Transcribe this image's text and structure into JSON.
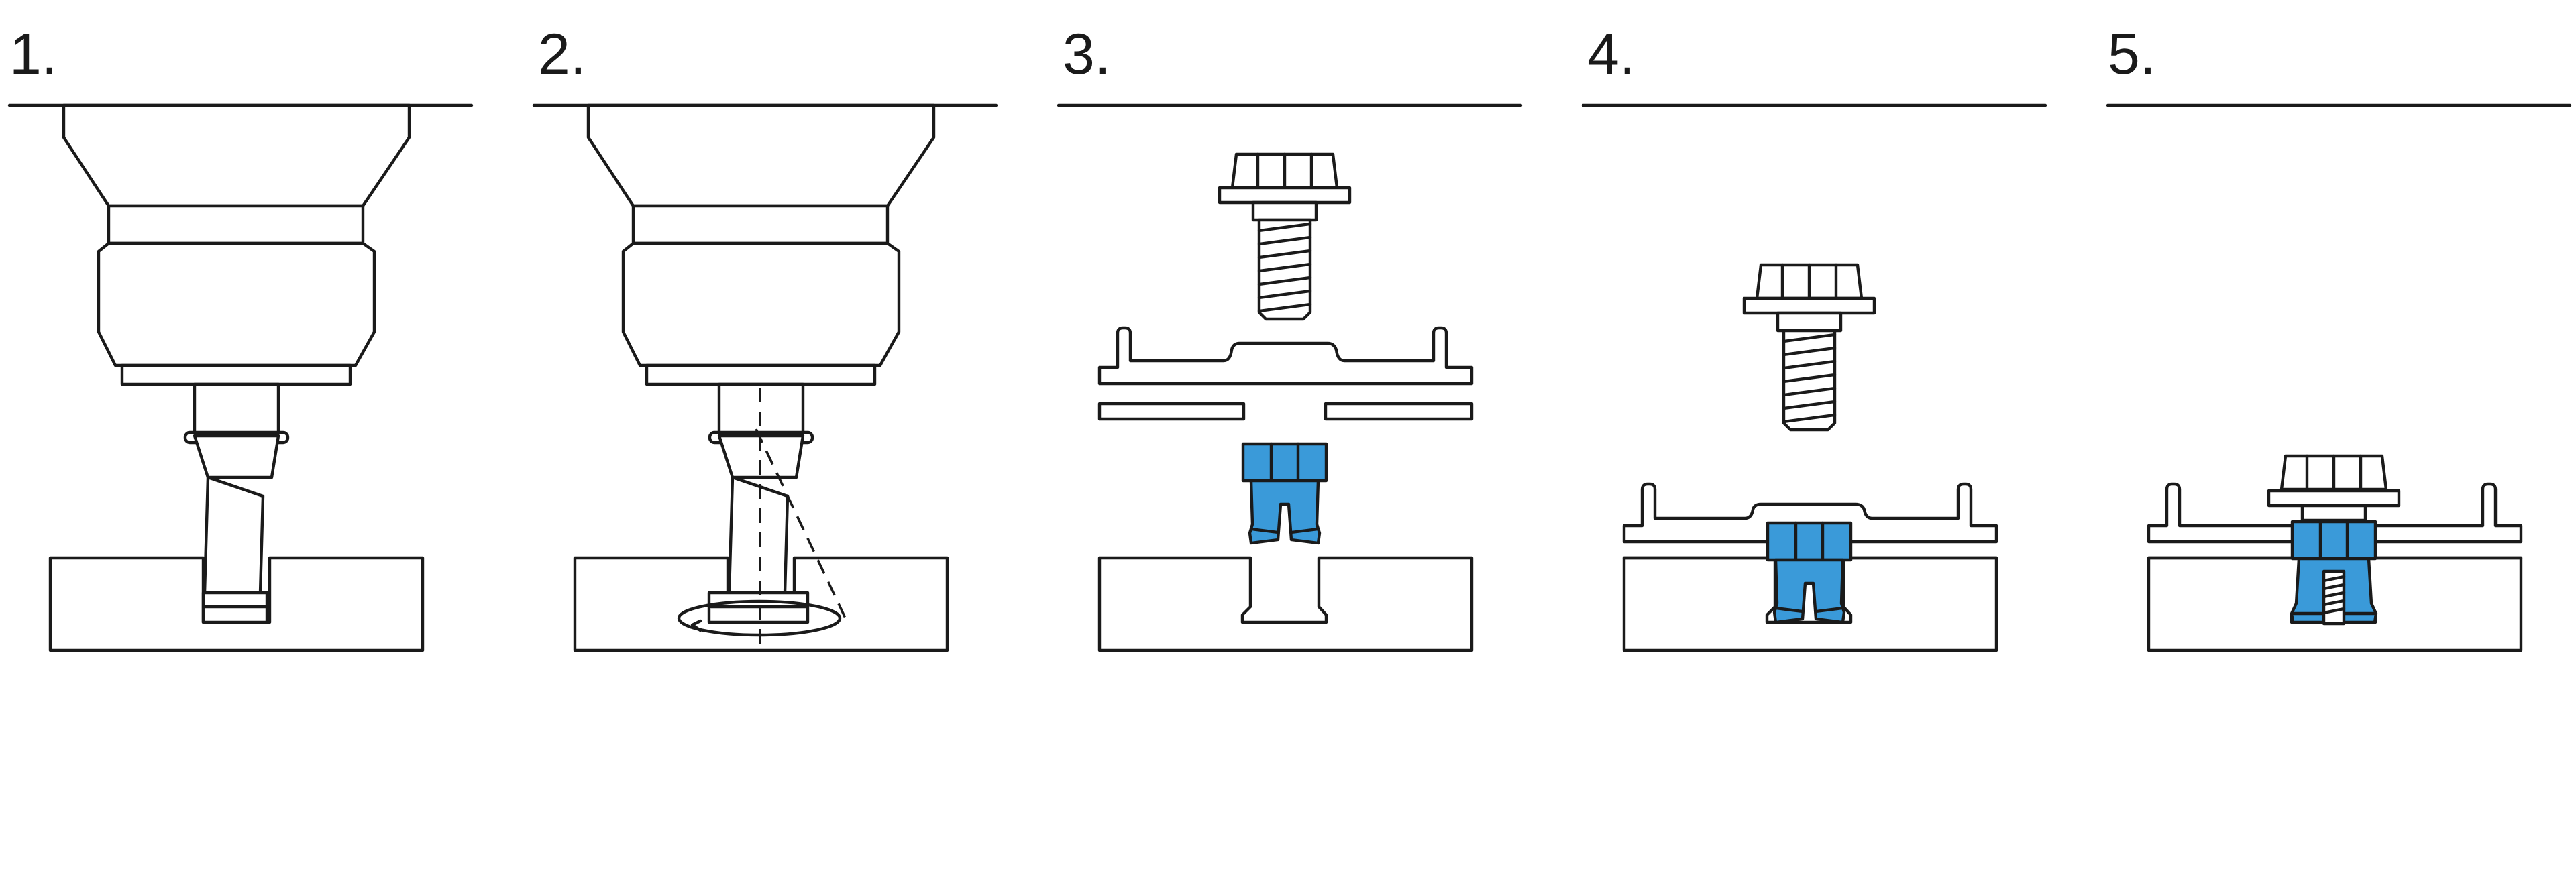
{
  "steps": [
    {
      "number": "1."
    },
    {
      "number": "2."
    },
    {
      "number": "3."
    },
    {
      "number": "4."
    },
    {
      "number": "5."
    }
  ],
  "colors": {
    "line": "#1a1a1a",
    "insert_blue": "#3a9ad9",
    "background": "#ffffff"
  }
}
